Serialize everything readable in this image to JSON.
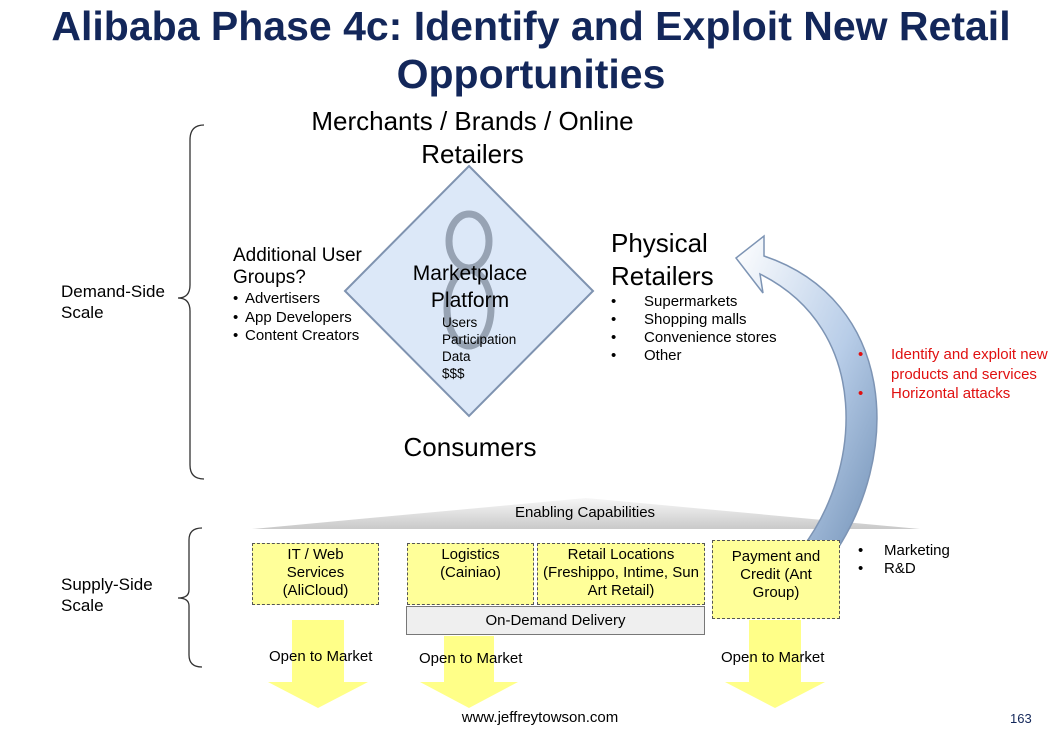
{
  "title": "Alibaba Phase 4c: Identify and Exploit New Retail Opportunities",
  "top_side": "Merchants / Brands / Online Retailers",
  "bottom_side": "Consumers",
  "demand_side": "Demand-Side Scale",
  "supply_side": "Supply-Side Scale",
  "additional_users": {
    "title": "Additional User Groups?",
    "items": [
      "Advertisers",
      "App Developers",
      "Content Creators"
    ]
  },
  "marketplace": {
    "title": "Marketplace Platform",
    "items": [
      "Users",
      "Participation",
      "Data",
      "$$$"
    ]
  },
  "physical_retailers": {
    "title": "Physical Retailers",
    "items": [
      "Supermarkets",
      "Shopping malls",
      "Convenience stores",
      "Other"
    ]
  },
  "exploit_notes": [
    "Identify and exploit new products and services",
    "Horizontal attacks"
  ],
  "enabling_capabilities": "Enabling Capabilities",
  "capabilities": [
    "IT / Web Services (AliCloud)",
    "Logistics (Cainiao)",
    "Retail Locations (Freshippo, Intime, Sun Art Retail)",
    "Payment and Credit (Ant Group)"
  ],
  "on_demand_delivery": "On-Demand Delivery",
  "other_capabilities": [
    "Marketing",
    "R&D"
  ],
  "open_to_market": "Open to Market",
  "footer": "www.jeffreytowson.com",
  "page_number": "163",
  "colors": {
    "title": "#13275a",
    "note_red": "#e01010",
    "box_fill": "#ffff99",
    "diamond_fill": "#dce8f8"
  }
}
